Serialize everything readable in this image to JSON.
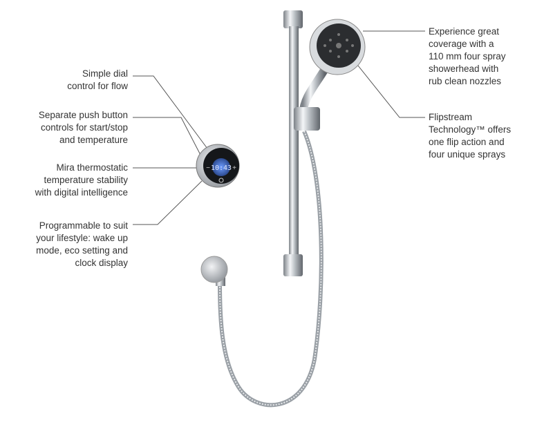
{
  "callouts_left": [
    {
      "text": "Simple dial\ncontrol for flow"
    },
    {
      "text": "Separate push button\ncontrols for start/stop\nand temperature"
    },
    {
      "text": "Mira thermostatic\ntemperature stability\nwith digital intelligence"
    },
    {
      "text": "Programmable to suit\nyour lifestyle: wake up\nmode, eco setting and\nclock display"
    }
  ],
  "callouts_right": [
    {
      "text": "Experience great\ncoverage with a\n110 mm four spray\nshowerhead with\nrub clean nozzles"
    },
    {
      "text": "Flipstream\nTechnology™ offers\none flip action and\nfour unique sprays"
    }
  ],
  "controller": {
    "display_time": "10:43",
    "minus": "−",
    "plus": "+"
  },
  "colors": {
    "text": "#333333",
    "leader": "#555555",
    "chrome": "#c8ccd0",
    "display": "#3a6fd8"
  }
}
